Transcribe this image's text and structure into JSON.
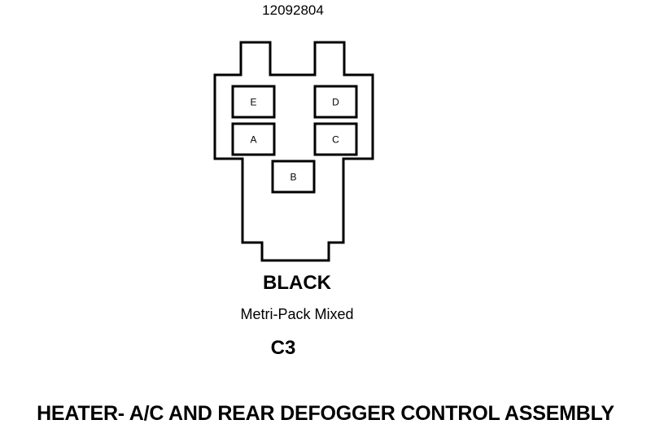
{
  "part_number": "12092804",
  "connector": {
    "color": "BLACK",
    "type": "Metri-Pack Mixed",
    "id": "C3",
    "cavities": [
      {
        "label": "E"
      },
      {
        "label": "D"
      },
      {
        "label": "A"
      },
      {
        "label": "C"
      },
      {
        "label": "B"
      }
    ]
  },
  "title": "HEATER- A/C AND REAR DEFOGGER CONTROL ASSEMBLY",
  "colors": {
    "line": "#000000",
    "background": "#ffffff"
  }
}
